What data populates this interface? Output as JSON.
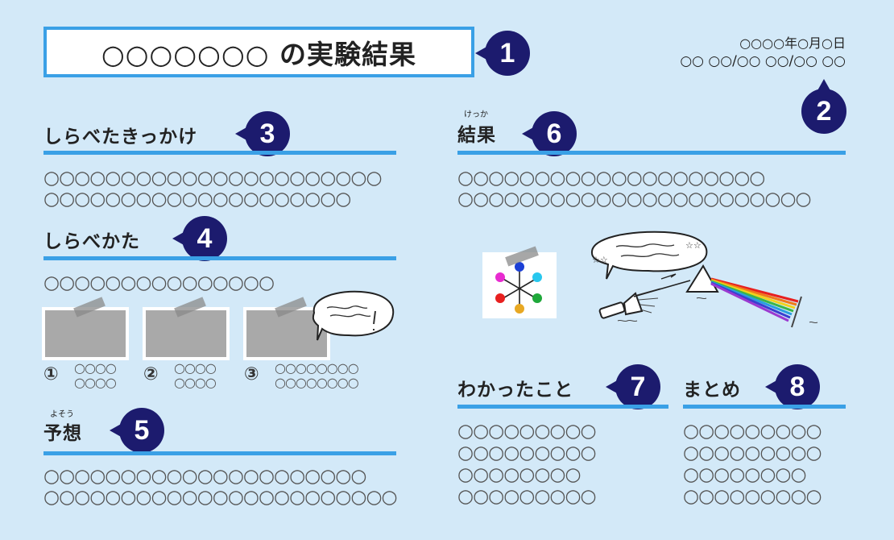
{
  "title": "○○○○○○○ の実験結果",
  "date": {
    "line1": "○○○○年○月○日",
    "line2": "○○ ○○/○○ ○○/○○ ○○"
  },
  "badges": [
    "1",
    "2",
    "3",
    "4",
    "5",
    "6",
    "7",
    "8"
  ],
  "sections": {
    "kikkake": {
      "heading": "しらべたきっかけ",
      "lines": [
        "○○○○○○○○○○○○○○○○○○○○○○",
        "○○○○○○○○○○○○○○○○○○○○"
      ]
    },
    "shirabekata": {
      "heading": "しらべかた",
      "lines": [
        "○○○○○○○○○○○○○○○"
      ],
      "steps": [
        {
          "num": "①",
          "text": [
            "○○○○",
            "○○○○"
          ]
        },
        {
          "num": "②",
          "text": [
            "○○○○",
            "○○○○"
          ]
        },
        {
          "num": "③",
          "text": [
            "○○○○○○○○",
            "○○○○○○○○"
          ]
        }
      ]
    },
    "yosou": {
      "heading": "予想",
      "ruby": "よそう",
      "lines": [
        "○○○○○○○○○○○○○○○○○○○○○",
        "○○○○○○○○○○○○○○○○○○○○○○○"
      ]
    },
    "kekka": {
      "heading": "結果",
      "ruby": "けっか",
      "lines": [
        "○○○○○○○○○○○○○○○○○○○○",
        "○○○○○○○○○○○○○○○○○○○○○○○"
      ]
    },
    "wakatta": {
      "heading": "わかったこと",
      "lines": [
        "○○○○○○○○○",
        "○○○○○○○○○",
        "○○○○○○○○",
        "○○○○○○○○○"
      ]
    },
    "matome": {
      "heading": "まとめ",
      "lines": [
        "○○○○○○○○○",
        "○○○○○○○○○",
        "○○○○○○○○",
        "○○○○○○○○○"
      ]
    }
  },
  "colors": {
    "background": "#d3e9f8",
    "accent_blue": "#3aa0e6",
    "badge_navy": "#1c1b6e",
    "photo_gray": "#a9a9a9"
  },
  "illustrations": {
    "color_wheel_dots": [
      "#1b3fd6",
      "#28c7ee",
      "#1fa83a",
      "#e8a823",
      "#e8201f",
      "#e82bd0"
    ],
    "prism_rainbow": [
      "#e8201f",
      "#f07a1a",
      "#f2d21b",
      "#3bb54a",
      "#2a9de0",
      "#3a3fd0",
      "#9b3ad0"
    ]
  }
}
